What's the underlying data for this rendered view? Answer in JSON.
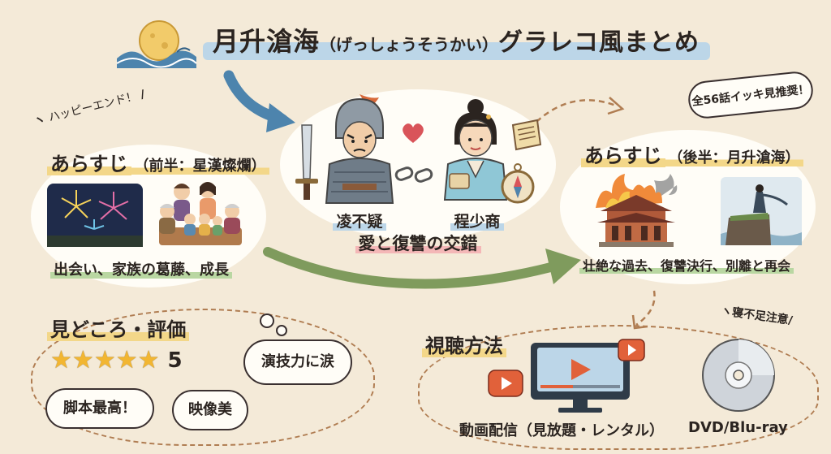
{
  "title": {
    "main": "月升滄海",
    "reading": "（げっしょうそうかい）",
    "suffix": "グラレコ風まとめ"
  },
  "tags": {
    "happy_end": "ハッピーエンド！",
    "binge": "全56話イッキ見推奨！",
    "sleep": "寝不足注意"
  },
  "story_first": {
    "title": "あらすじ",
    "subtitle": "（前半：星漢燦爛）",
    "caption": "出会い、家族の葛藤、成長"
  },
  "characters": {
    "left": "凌不疑",
    "right": "程少商",
    "theme": "愛と復讐の交錯"
  },
  "story_second": {
    "title": "あらすじ",
    "subtitle": "（後半：月升滄海）",
    "caption": "壮絶な過去、復讐決行、別離と再会"
  },
  "review": {
    "title": "見どころ・評価",
    "rating": 5,
    "rating_label": "5",
    "bubble_acting": "演技力に涙",
    "bubble_script": "脚本最高！",
    "bubble_visual": "映像美"
  },
  "viewing": {
    "title": "視聴方法",
    "streaming": "動画配信（見放題・レンタル）",
    "disc": "DVD/Blu-ray"
  },
  "colors": {
    "background": "#f4ead8",
    "accent_blue": "#bcd6e8",
    "accent_yellow": "#f3d789",
    "accent_pink": "#f4b7b7",
    "star": "#f2b632",
    "arrow_green": "#7f9b5d",
    "arrow_blue": "#4d84ad",
    "play_red": "#e1613a"
  },
  "icons": [
    "moon-icon",
    "wave-icon",
    "heart-icon",
    "chain-icon",
    "sword-icon",
    "scroll-icon",
    "compass-icon",
    "fireworks-icon",
    "family-icon",
    "palace-fire-icon",
    "cliff-figure-icon",
    "tv-icon",
    "play-icon",
    "disc-icon",
    "star-icon"
  ]
}
